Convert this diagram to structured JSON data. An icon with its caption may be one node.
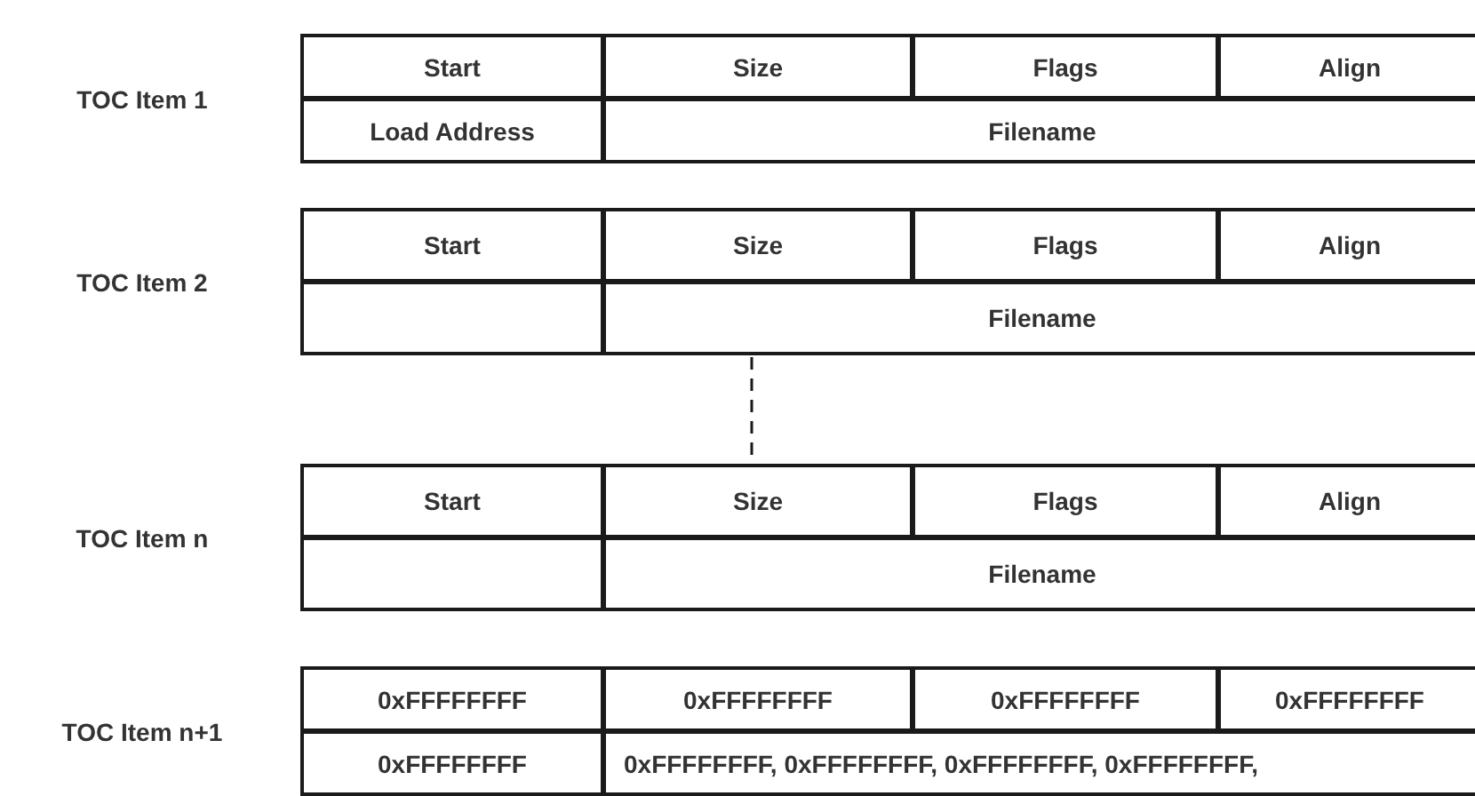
{
  "diagram": {
    "labels": [
      "TOC Item 1",
      "Start",
      "Size",
      "Flags",
      "Align",
      "Load Address",
      "Filename",
      "TOC Item 2",
      "Start",
      "Size",
      "Flags",
      "Align",
      "Filename",
      "TOC Item n",
      "Start",
      "Size",
      "Flags",
      "Align",
      "Filename",
      "TOC Item n+1",
      "0xFFFFFFFF",
      "0xFFFFFFFF",
      "0xFFFFFFFF",
      "0xFFFFFFFF",
      "0xFFFFFFFF",
      "0xFFFFFFFF, 0xFFFFFFFF, 0xFFFFFFFF, 0xFFFFFFFF,"
    ]
  }
}
